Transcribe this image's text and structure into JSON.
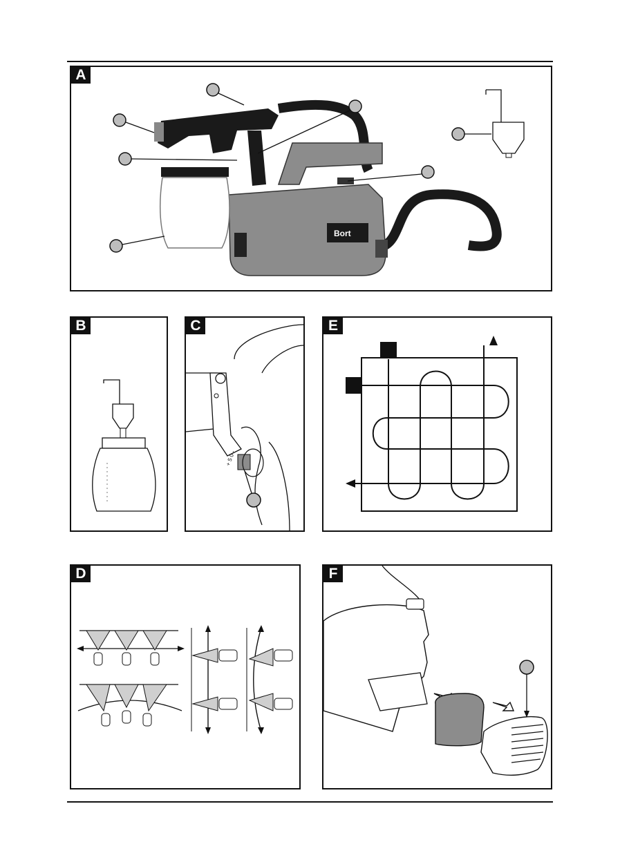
{
  "figures": [
    {
      "id": "A",
      "label": "A",
      "brand_text": "Bort"
    },
    {
      "id": "B",
      "label": "B"
    },
    {
      "id": "C",
      "label": "C",
      "scale_text": "+ 5 0 -"
    },
    {
      "id": "E",
      "label": "E"
    },
    {
      "id": "D",
      "label": "D"
    },
    {
      "id": "F",
      "label": "F"
    }
  ],
  "colors": {
    "line": "#111111",
    "body_gray": "#8c8c8c",
    "dark": "#1a1a1a",
    "callout": "#bdbdbd",
    "light_gray": "#dcdcdc"
  }
}
